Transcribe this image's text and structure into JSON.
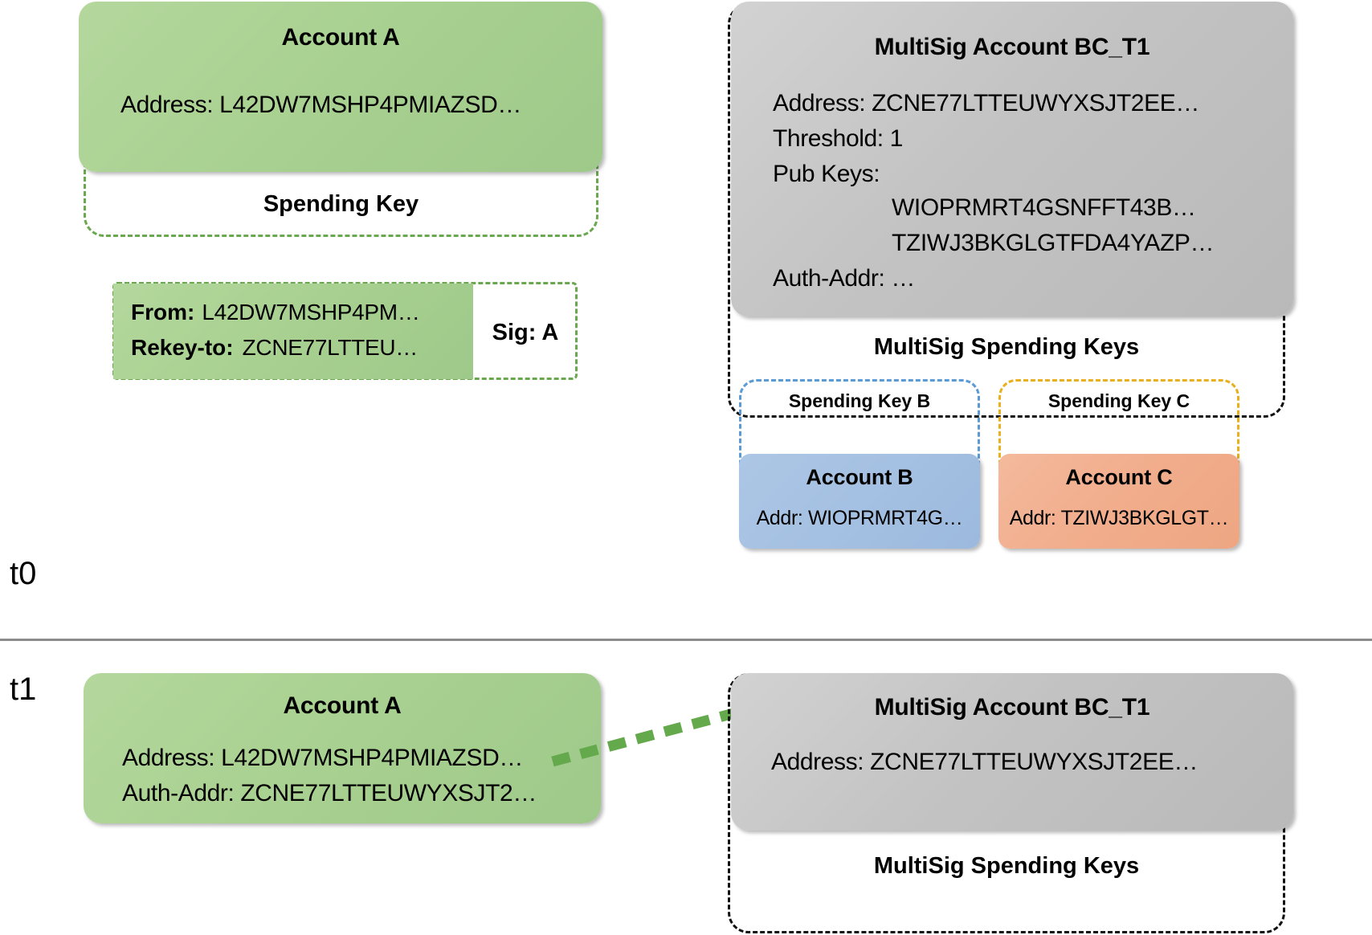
{
  "diagram": {
    "timeline": [
      {
        "id": "t0",
        "label": "t0"
      },
      {
        "id": "t1",
        "label": "t1"
      }
    ]
  },
  "t0": {
    "account_a": {
      "title": "Account A",
      "address": "Address: L42DW7MSHP4PMIAZSD…",
      "spending_key_label": "Spending Key"
    },
    "transaction": {
      "from_key": "From:",
      "from_value": "L42DW7MSHP4PM…",
      "rekey_key": "Rekey-to:",
      "rekey_value": "ZCNE77LTTEU…",
      "sig_label": "Sig: A"
    },
    "multisig": {
      "title": "MultiSig Account BC_T1",
      "address": "Address: ZCNE77LTTEUWYXSJT2EE…",
      "threshold": "Threshold: 1",
      "pubkeys_label": "Pub Keys:",
      "pubkeys": [
        "WIOPRMRT4GSNFFT43B…",
        "TZIWJ3BKGLGTFDA4YAZP…"
      ],
      "auth_addr": "Auth-Addr: …",
      "spending_keys_label": "MultiSig Spending Keys",
      "keys": [
        {
          "key_label": "Spending Key B",
          "account_title": "Account B",
          "account_addr": "Addr: WIOPRMRT4G…",
          "border_color": "#5b9bd5",
          "fill_color": "#a4c0e2"
        },
        {
          "key_label": "Spending Key C",
          "account_title": "Account C",
          "account_addr": "Addr: TZIWJ3BKGLGT…",
          "border_color": "#e8b01e",
          "fill_color": "#f1ad8c"
        }
      ]
    }
  },
  "t1": {
    "account_a": {
      "title": "Account A",
      "address": "Address: L42DW7MSHP4PMIAZSD…",
      "auth_addr": "Auth-Addr: ZCNE77LTTEUWYXSJT2…"
    },
    "multisig": {
      "title": "MultiSig Account BC_T1",
      "address": "Address: ZCNE77LTTEUWYXSJT2EE…",
      "spending_keys_label": "MultiSig Spending Keys"
    },
    "arrow": {
      "name": "rekey-arrow",
      "color": "#6aa84f"
    }
  }
}
